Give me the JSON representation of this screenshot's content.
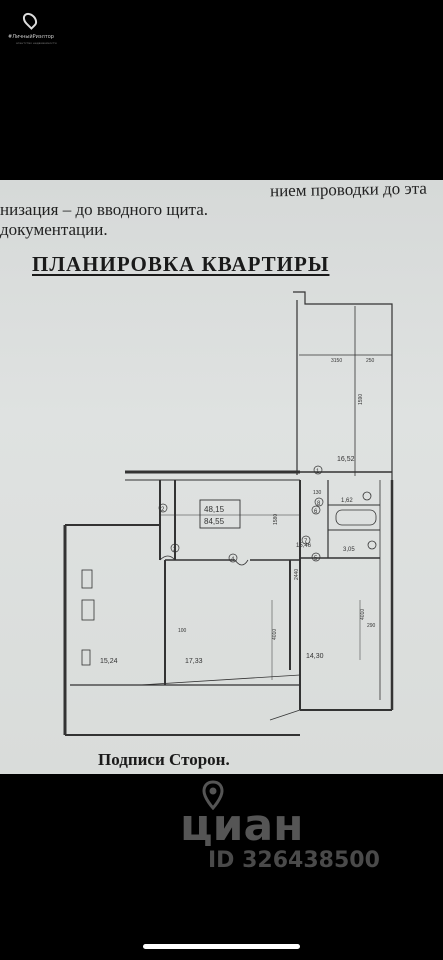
{
  "agency": {
    "name": "#ЛичныйРиэлтор",
    "tagline": "агентство недвижимости"
  },
  "document": {
    "line1": "нием проводки до эта",
    "line2": "низация – до вводного щита.",
    "line3": "документации.",
    "title": "ПЛАНИРОВКА КВАРТИРЫ",
    "signatures": "Подписи Сторон."
  },
  "plan": {
    "total_area": "48,15",
    "living_area": "84,55",
    "rooms": {
      "balcony": "16,52",
      "bath": "1,62",
      "wc": "3,05",
      "hall": "15,46",
      "room_left": "15,24",
      "room_mid": "17,33",
      "room_right": "14,30"
    },
    "dims": {
      "d1": "3150",
      "d2": "250",
      "d3": "1590",
      "d4": "1580",
      "d5": "4010",
      "d6": "4010",
      "d7": "290",
      "d8": "100",
      "d9": "130",
      "d10": "2440"
    },
    "markers": [
      "1",
      "2",
      "3",
      "4",
      "5",
      "6",
      "7",
      "8"
    ]
  },
  "watermark": {
    "brand": "циан",
    "listing_id": "ID 326438500"
  }
}
